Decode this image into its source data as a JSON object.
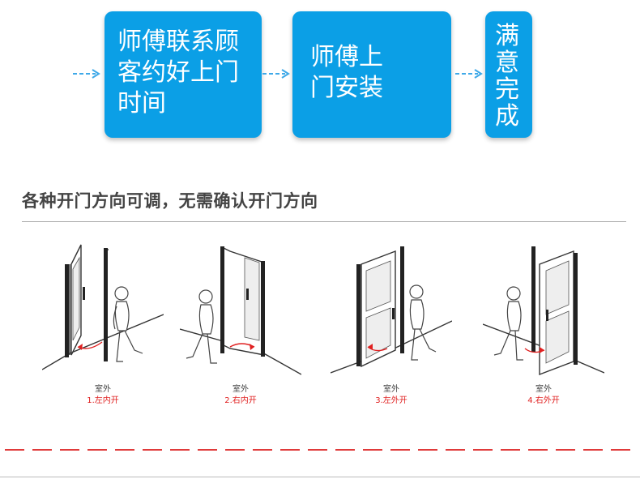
{
  "flow": {
    "step1_lines": [
      "师傅联系顾",
      "客约好上门",
      "时间"
    ],
    "step2_lines": [
      "师傅上",
      "门安装"
    ],
    "step3_lines": [
      "满",
      "意",
      "完",
      "成"
    ]
  },
  "headline": "各种开门方向可调，无需确认开门方向",
  "doors": [
    {
      "place": "室外",
      "name": "1.左内开"
    },
    {
      "place": "室外",
      "name": "2.右内开"
    },
    {
      "place": "室外",
      "name": "3.左外开"
    },
    {
      "place": "室外",
      "name": "4.右外开"
    }
  ],
  "colors": {
    "step_box": "#0b9fe6",
    "arrow": "#3fa9e8",
    "caption_red": "#e02020",
    "dash_red": "#e03a3a"
  }
}
